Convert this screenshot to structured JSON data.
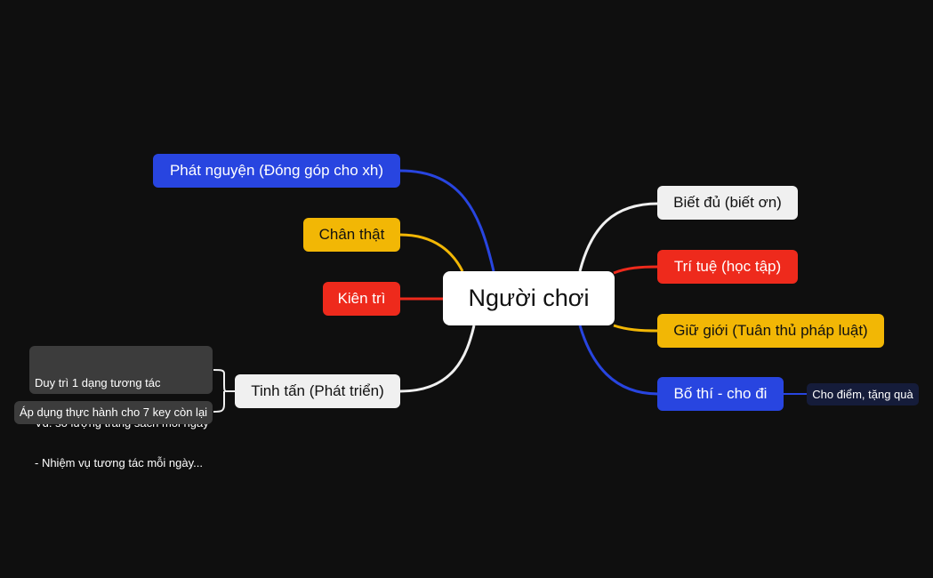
{
  "mindmap": {
    "root": {
      "label": "Người chơi"
    },
    "left": [
      {
        "label": "Phát nguyện (Đóng góp cho xh)",
        "color": "#2845e0"
      },
      {
        "label": "Chân thật",
        "color": "#f2b705"
      },
      {
        "label": "Kiên trì",
        "color": "#ee2a1c"
      },
      {
        "label": "Tinh tấn (Phát triển)",
        "color": "#f0f0f0"
      }
    ],
    "right": [
      {
        "label": "Biết đủ (biết ơn)",
        "color": "#f0f0f0"
      },
      {
        "label": "Trí tuệ (học tập)",
        "color": "#ee2a1c"
      },
      {
        "label": "Giữ giới (Tuân thủ pháp luật)",
        "color": "#f2b705"
      },
      {
        "label": "Bố thí - cho đi",
        "color": "#2845e0"
      }
    ],
    "tinh_tan_children": [
      {
        "lines": [
          "Duy trì 1 dạng tương tác",
          "Vd: số lượng trang sách mỗi ngày",
          "- Nhiệm vụ tương tác mỗi ngày..."
        ]
      },
      {
        "label": "Áp dụng thực hành cho 7 key còn lại"
      }
    ],
    "bo_thi_child": {
      "label": "Cho điểm, tặng quà"
    }
  }
}
